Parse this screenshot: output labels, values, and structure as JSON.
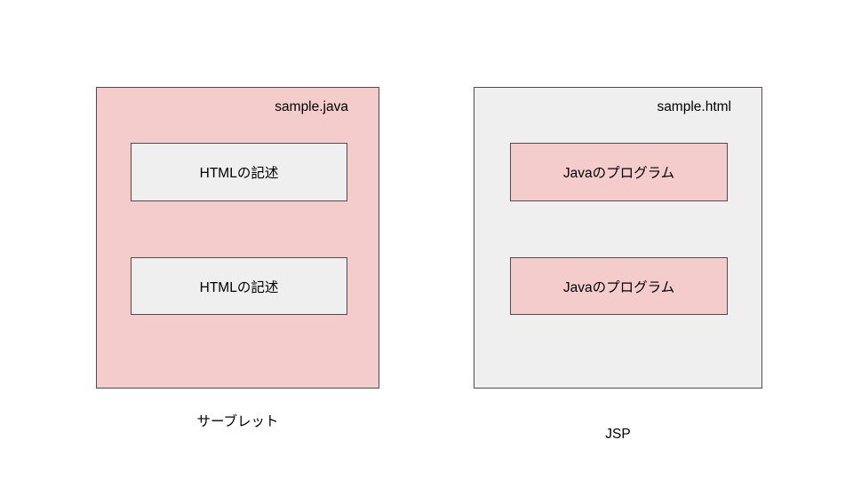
{
  "diagram": {
    "panels": [
      {
        "id": "servlet",
        "filename": "sample.java",
        "fill_color": "#f4cccc",
        "border_color": "#56484b",
        "caption": "サーブレット",
        "blocks": [
          {
            "label": "HTMLの記述",
            "fill_color": "#efefef"
          },
          {
            "label": "HTMLの記述",
            "fill_color": "#efefef"
          }
        ]
      },
      {
        "id": "jsp",
        "filename": "sample.html",
        "fill_color": "#efefef",
        "border_color": "#56484b",
        "caption": "JSP",
        "blocks": [
          {
            "label": "Javaのプログラム",
            "fill_color": "#f4cccc"
          },
          {
            "label": "Javaのプログラム",
            "fill_color": "#f4cccc"
          }
        ]
      }
    ]
  }
}
